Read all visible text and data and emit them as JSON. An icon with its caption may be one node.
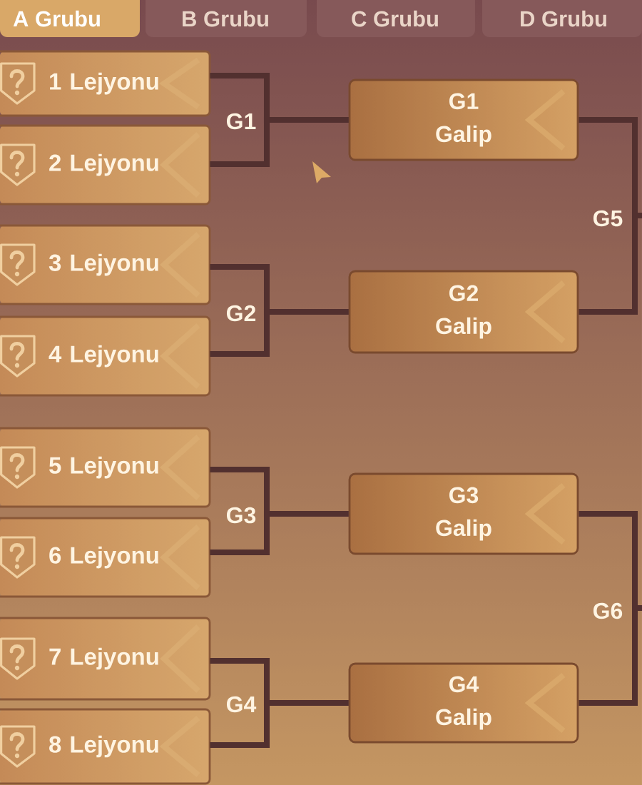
{
  "diagram": {
    "nodes": [
      {
        "text": [
          "A Grubu"
        ]
      },
      {
        "text": [
          "B Grubu"
        ]
      },
      {
        "text": [
          "C Grubu"
        ]
      },
      {
        "text": [
          "D Grubu"
        ]
      },
      {
        "text": [
          "1 Lejyonu"
        ]
      },
      {
        "text": [
          "2 Lejyonu"
        ]
      },
      {
        "text": [
          "3 Lejyonu"
        ]
      },
      {
        "text": [
          "4 Lejyonu"
        ]
      },
      {
        "text": [
          "5 Lejyonu"
        ]
      },
      {
        "text": [
          "6 Lejyonu"
        ]
      },
      {
        "text": [
          "7 Lejyonu"
        ]
      },
      {
        "text": [
          "8 Lejyonu"
        ]
      },
      {
        "text": [
          "G1 Galip"
        ]
      },
      {
        "text": [
          "G2 Galip"
        ]
      },
      {
        "text": [
          "G3 Galip"
        ]
      },
      {
        "text": [
          "G4 Galip"
        ]
      }
    ],
    "edges": [
      {
        "from": 4,
        "to": 12,
        "arrow": "none",
        "label": "G1"
      },
      {
        "from": 5,
        "to": 12,
        "arrow": "none"
      },
      {
        "from": 6,
        "to": 13,
        "arrow": "none",
        "label": "G2"
      },
      {
        "from": 7,
        "to": 13,
        "arrow": "none"
      },
      {
        "from": 8,
        "to": 14,
        "arrow": "none",
        "label": "G3"
      },
      {
        "from": 9,
        "to": 14,
        "arrow": "none"
      },
      {
        "from": 10,
        "to": 15,
        "arrow": "none",
        "label": "G4"
      },
      {
        "from": 11,
        "to": 15,
        "arrow": "none"
      },
      {
        "from": 12,
        "to": null,
        "arrow": "none",
        "label": "G5"
      },
      {
        "from": 13,
        "to": null,
        "arrow": "none"
      },
      {
        "from": 14,
        "to": null,
        "arrow": "none",
        "label": "G6"
      },
      {
        "from": 15,
        "to": null,
        "arrow": "none"
      }
    ]
  }
}
